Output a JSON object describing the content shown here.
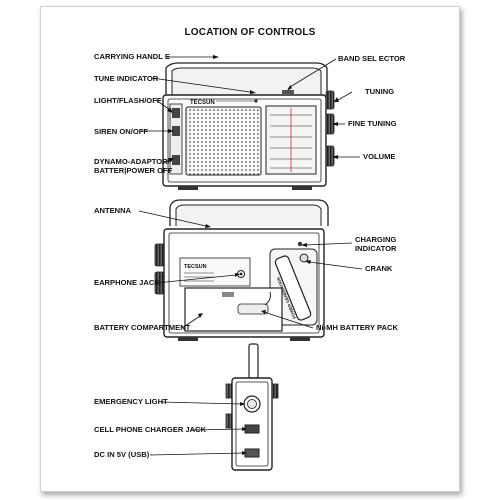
{
  "title": "LOCATION OF CONTROLS",
  "brand": "TECSUN",
  "labels": {
    "carrying_handle": "CARRYING HANDL E",
    "tune_indicator": "TUNE INDICATOR",
    "light_flash_off": "LIGHT/FLASH/OFF",
    "siren_on_off": "SIREN ON/OFF",
    "dynamo_1": "DYNAMO-ADAPTOR/",
    "dynamo_2": "BATTER|POWER OFF",
    "band_selector": "BAND SEL ECTOR",
    "tuning": "TUNING",
    "fine_tuning": "FINE TUNING",
    "volume": "VOLUME",
    "antenna": "ANTENNA",
    "charging_1": "CHARGING",
    "charging_2": "INDICATOR",
    "crank": "CRANK",
    "earphone_jack": "EARPHONE JACK",
    "battery_compartment": "BATTERY COMPARTMENT",
    "nimh_pack": "Ni-MH BATTERY PACK",
    "emergency_light": "EMERGENCY LIGHT",
    "cell_phone_jack": "CELL PHONE CHARGER JACK",
    "dc_in": "DC IN 5V (USB)"
  },
  "crank_text": "POWER GENERATION"
}
